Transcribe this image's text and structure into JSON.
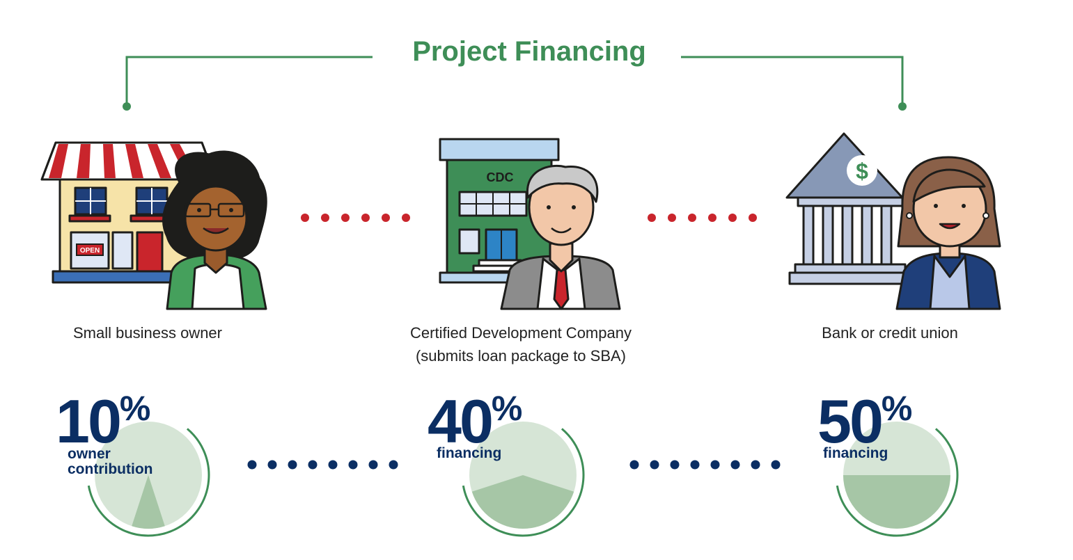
{
  "title": "Project Financing",
  "colors": {
    "green": "#3e8e57",
    "navy": "#0b2e63",
    "red": "#c9252c",
    "pie_light": "#d6e5d6",
    "pie_dark": "#a6c6a6"
  },
  "parties": [
    {
      "id": "owner",
      "caption": [
        "Small business owner"
      ],
      "icon": "storefront-icon"
    },
    {
      "id": "cdc",
      "caption": [
        "Certified Development Company",
        "(submits loan package to SBA)"
      ],
      "icon": "cdc-building-icon",
      "sign": "CDC"
    },
    {
      "id": "bank",
      "caption": [
        "Bank or credit union"
      ],
      "icon": "bank-icon"
    }
  ],
  "store_sign": "OPEN",
  "chart_data": {
    "type": "pie",
    "title": "Project Financing",
    "slices": [
      {
        "value": 10,
        "number": "10",
        "unit": "%",
        "label": [
          "owner",
          "contribution"
        ]
      },
      {
        "value": 40,
        "number": "40",
        "unit": "%",
        "label": [
          "financing"
        ]
      },
      {
        "value": 50,
        "number": "50",
        "unit": "%",
        "label": [
          "financing"
        ]
      }
    ]
  }
}
